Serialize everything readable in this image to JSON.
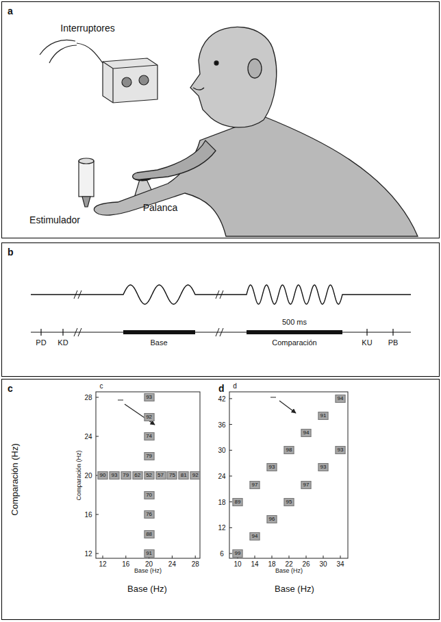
{
  "diagram": {
    "nodes": [
      {
        "text": [
          "a"
        ]
      },
      {
        "text": [
          "b"
        ]
      },
      {
        "text": [
          "c",
          "d"
        ]
      }
    ],
    "labels": [
      "Interruptores",
      "Palanca",
      "Estimulador",
      "PD",
      "KD",
      "Base",
      "500 ms",
      "Comparación",
      "KU",
      "PB",
      "c",
      "Comparación (Hz)",
      "Base (Hz)",
      "28",
      "24",
      "20",
      "16",
      "12",
      "12",
      "16",
      "20",
      "24",
      "28",
      "90",
      "93",
      "79",
      "62",
      "52",
      "57",
      "75",
      "81",
      "92",
      "93",
      "92",
      "74",
      "79",
      "70",
      "76",
      "88",
      "91",
      "d",
      "Base (Hz)",
      "42",
      "36",
      "30",
      "24",
      "18",
      "12",
      "6",
      "10",
      "14",
      "18",
      "22",
      "26",
      "30",
      "34",
      "89",
      "97",
      "93",
      "98",
      "94",
      "91",
      "94",
      "99",
      "94",
      "96",
      "95",
      "97",
      "93",
      "93",
      "Comparación (Hz)",
      "Base (Hz)",
      "Base (Hz)"
    ]
  }
}
